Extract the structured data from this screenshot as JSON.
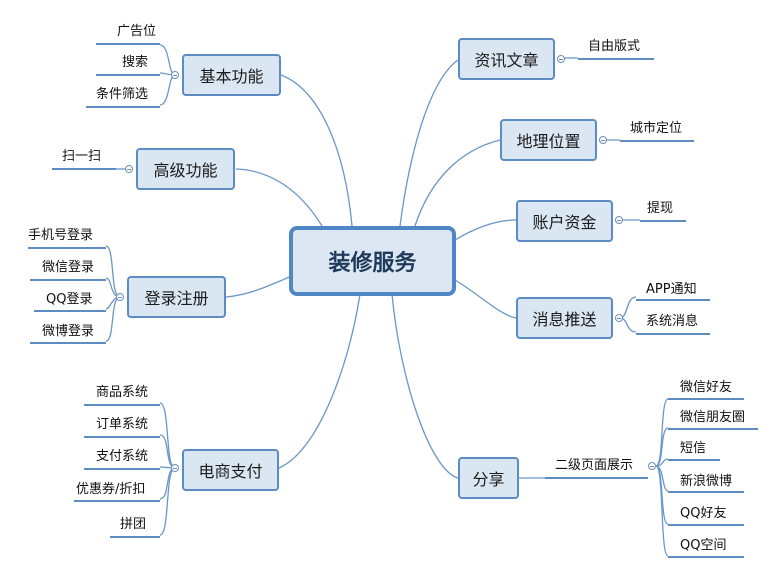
{
  "root": "装修服务",
  "branches": {
    "basic": {
      "label": "基本功能",
      "children": [
        "广告位",
        "搜索",
        "条件筛选"
      ]
    },
    "advanced": {
      "label": "高级功能",
      "children": [
        "扫一扫"
      ]
    },
    "login": {
      "label": "登录注册",
      "children": [
        "手机号登录",
        "微信登录",
        "QQ登录",
        "微博登录"
      ]
    },
    "commerce": {
      "label": "电商支付",
      "children": [
        "商品系统",
        "订单系统",
        "支付系统",
        "优惠券/折扣",
        "拼团"
      ]
    },
    "article": {
      "label": "资讯文章",
      "children": [
        "自由版式"
      ]
    },
    "location": {
      "label": "地理位置",
      "children": [
        "城市定位"
      ]
    },
    "account": {
      "label": "账户资金",
      "children": [
        "提现"
      ]
    },
    "message": {
      "label": "消息推送",
      "children": [
        "APP通知",
        "系统消息"
      ]
    },
    "share": {
      "label": "分享",
      "sub": "二级页面展示",
      "children": [
        "微信好友",
        "微信朋友圈",
        "短信",
        "新浪微博",
        "QQ好友",
        "QQ空间"
      ]
    }
  },
  "colors": {
    "line": "#5b8cc4",
    "box_fill": "#dbe6f3",
    "root_border": "#4f86c6"
  }
}
